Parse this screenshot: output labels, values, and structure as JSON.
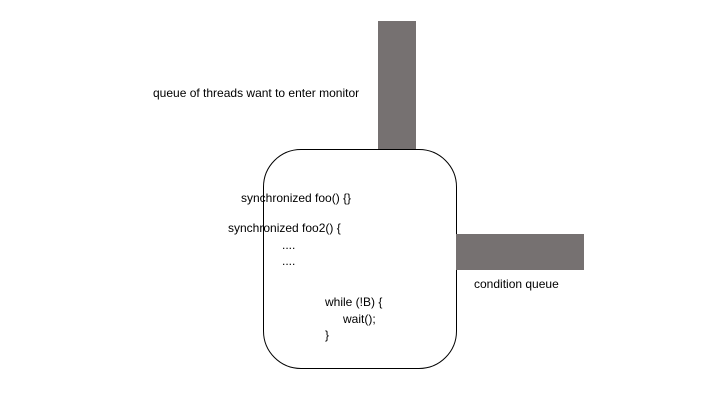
{
  "diagram": {
    "entry_queue_label": "queue of threads want to enter monitor",
    "condition_queue_label": "condition queue",
    "code_lines": {
      "foo": "synchronized foo() {}",
      "foo2": "synchronized foo2() {",
      "dots1": "....",
      "dots2": "....",
      "while_line": "while (!B) {",
      "wait_line": "wait();",
      "close_brace": "}"
    }
  },
  "colors": {
    "queue_bar": "#767171",
    "monitor_border": "#000000",
    "background": "#ffffff"
  }
}
